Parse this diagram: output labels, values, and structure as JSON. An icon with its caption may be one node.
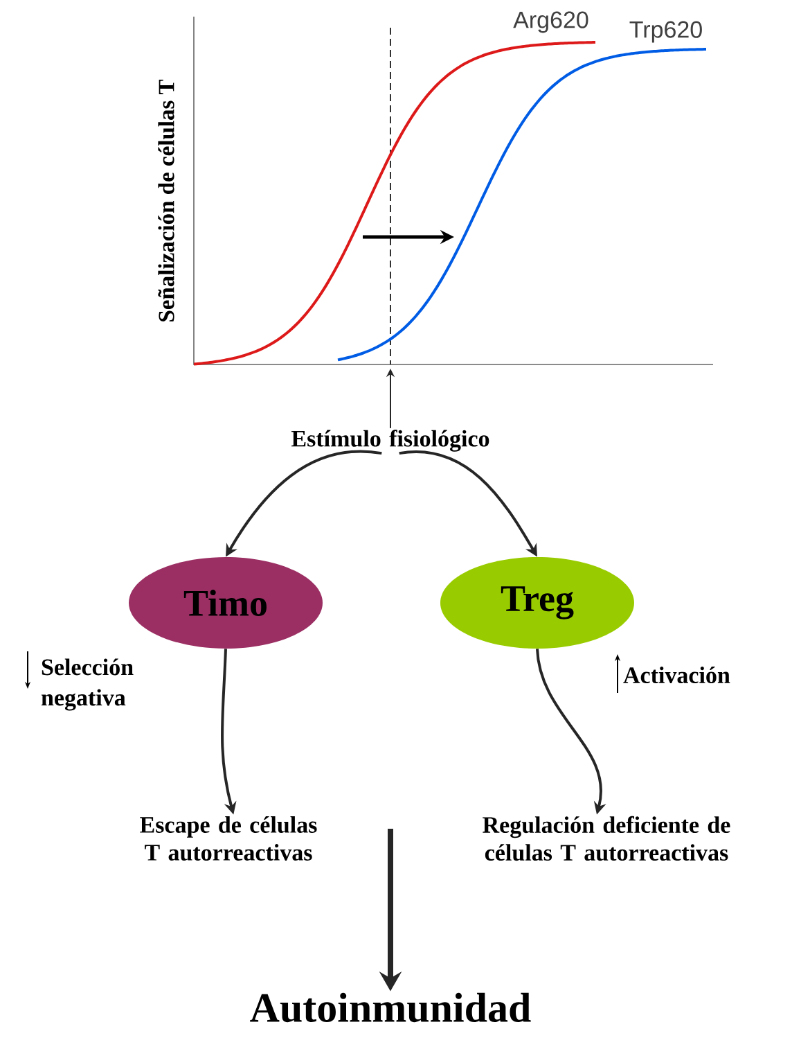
{
  "diagram": {
    "nodes": [
      {
        "text": [
          "Estímulo fisiológico"
        ]
      },
      {
        "text": [
          "Timo"
        ]
      },
      {
        "text": [
          "Treg"
        ]
      },
      {
        "text": [
          "Escape de células T autorreactivas"
        ]
      },
      {
        "text": [
          "Regulación deficiente de células T autorreactivas"
        ]
      },
      {
        "text": [
          "Autoinmunidad"
        ]
      }
    ],
    "edges": [
      {
        "from": 0,
        "to": 1,
        "arrow": "to"
      },
      {
        "from": 0,
        "to": 2,
        "arrow": "to"
      },
      {
        "from": 1,
        "to": 3,
        "arrow": "to"
      },
      {
        "from": 2,
        "to": 4,
        "arrow": "to"
      },
      {
        "from": null,
        "to": 5,
        "arrow": "to",
        "style": "thick"
      },
      {
        "from": 0,
        "to": null,
        "arrow": "to"
      }
    ],
    "labels": [
      "Señalización de células T",
      "Arg620",
      "Trp620",
      "Selección negativa",
      "Activación"
    ]
  }
}
